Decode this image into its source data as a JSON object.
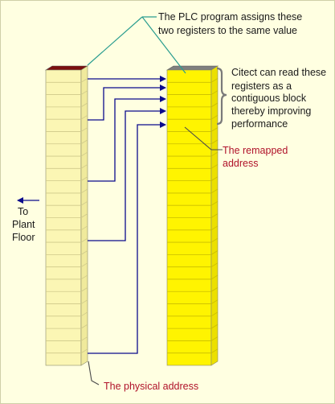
{
  "callout_top": {
    "line1": "The PLC program assigns these",
    "line2": "two registers to the same value"
  },
  "callout_block": {
    "line1": "Citect can read these",
    "line2": "registers as a",
    "line3": "contiguous block",
    "line4": "thereby improving",
    "line5": "performance"
  },
  "callout_remapped": {
    "line1": "The remapped",
    "line2": "address"
  },
  "plant_floor": {
    "line1": "To",
    "line2": "Plant",
    "line3": "Floor"
  },
  "callout_physical": {
    "text": "The physical address"
  },
  "colors": {
    "physical_column": "#fbf6b4",
    "physical_side": "#f0ea9c",
    "physical_top": "#7b0e0e",
    "remapped_column": "#fff400",
    "remapped_side": "#ece000",
    "remapped_top": "#7f7f7f",
    "arrows": "#0b0b8c",
    "leader_teal": "#2a9d8f",
    "label_red": "#b0122a",
    "background": "#ffffe1"
  }
}
